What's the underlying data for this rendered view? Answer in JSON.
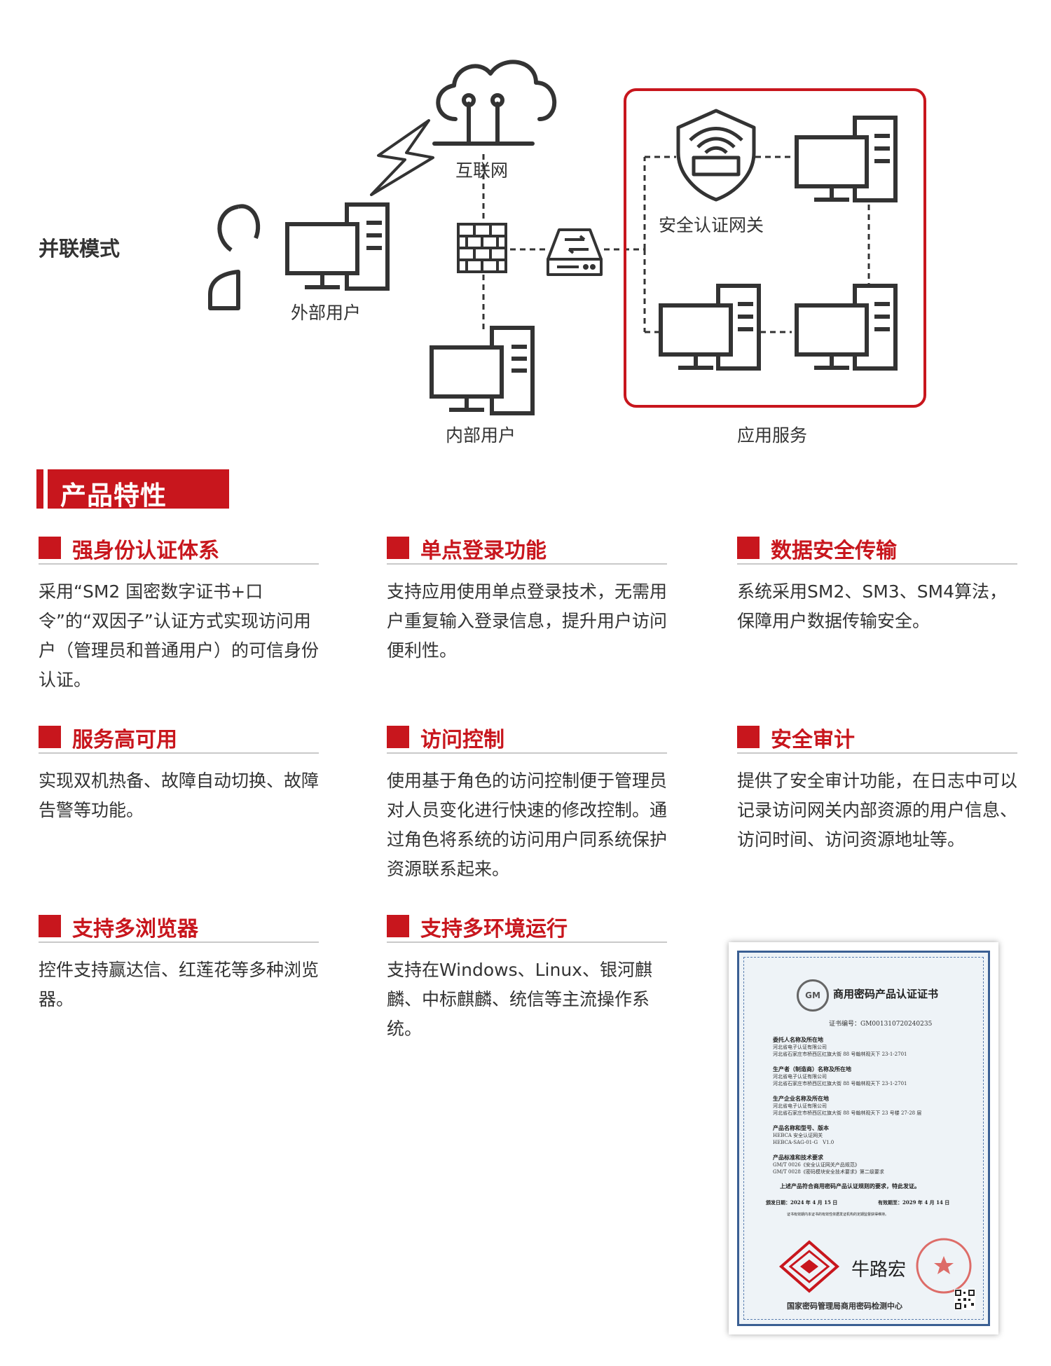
{
  "diagram": {
    "mode_label": "并联模式",
    "internet_label": "互联网",
    "external_user_label": "外部用户",
    "internal_user_label": "内部用户",
    "gateway_label": "安全认证网关",
    "app_service_label": "应用服务"
  },
  "section_title": "产品特性",
  "features": [
    {
      "title": "强身份认证体系",
      "text": "采用“SM2 国密数字证书+口令”的“双因子”认证方式实现访问用户（管理员和普通用户）的可信身份认证。"
    },
    {
      "title": "单点登录功能",
      "text": "支持应用使用单点登录技术，无需用户重复输入登录信息，提升用户访问便利性。"
    },
    {
      "title": "数据安全传输",
      "text": "系统采用SM2、SM3、SM4算法，保障用户数据传输安全。"
    },
    {
      "title": "服务高可用",
      "text": "实现双机热备、故障自动切换、故障告警等功能。"
    },
    {
      "title": "访问控制",
      "text": "使用基于角色的访问控制便于管理员对人员变化进行快速的修改控制。通过角色将系统的访问用户同系统保护资源联系起来。"
    },
    {
      "title": "安全审计",
      "text": "提供了安全审计功能，在日志中可以记录访问网关内部资源的用户信息、访问时间、访问资源地址等。"
    },
    {
      "title": "支持多浏览器",
      "text": "控件支持赢达信、红莲花等多种浏览器。"
    },
    {
      "title": "支持多环境运行",
      "text": "支持在Windows、Linux、银河麒麟、中标麒麟、统信等主流操作系统。"
    }
  ],
  "certificate": {
    "logo": "GM",
    "title": "商用密码产品认证证书",
    "number": "证书编号：GM001310720240235",
    "client_heading": "委托人名称及所在地",
    "client_lines": [
      "河北省电子认证有限公司",
      "河北省石家庄市桥西区红旗大街 88 号翰林观天下 23-1-2701"
    ],
    "producer_heading": "生产者（制造商）名称及所在地",
    "producer_lines": [
      "河北省电子认证有限公司",
      "河北省石家庄市桥西区红旗大街 88 号翰林观天下 23-1-2701"
    ],
    "factory_heading": "生产企业名称及所在地",
    "factory_lines": [
      "河北省电子认证有限公司",
      "河北省石家庄市桥西区红旗大街 88 号翰林观天下 23 号楼 27-28 层"
    ],
    "product_heading": "产品名称和型号、版本",
    "product_lines": [
      "HEBCA 安全认证网关",
      "HEBCA-SAG-01-G　V1.0"
    ],
    "standard_heading": "产品标准和技术要求",
    "standard_lines": [
      "GM/T 0026《安全认证网关产品规范》",
      "GM/T 0028《密码模块安全技术要求》第二级要求"
    ],
    "statement": "上述产品符合商用密码产品认证规则的要求，特此发证。",
    "issue_date": "颁发日期：2024 年 4 月 15 日",
    "expiry_date": "有效期至：2029 年 4 月 14 日",
    "validity_note": "证书有效期内本证书的有效性依据发证机构的定期监督获得维持。",
    "signature": "牛路宏",
    "issuer": "国家密码管理局商用密码检测中心"
  },
  "colors": {
    "accent": "#c8161d",
    "text": "#333333",
    "line": "#c9c9c9",
    "icon": "#333333"
  }
}
